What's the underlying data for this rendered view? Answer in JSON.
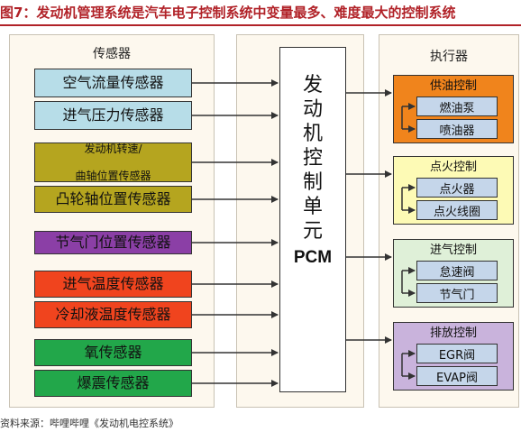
{
  "title": "图7：发动机管理系统是汽车电子控制系统中变量最多、难度最大的控制系统",
  "source": "资料来源：哔哩哔哩《发动机电控系统》",
  "sensors_panel": {
    "title": "传感器",
    "items": [
      {
        "label": "空气流量传感器",
        "color": "#b7dde8"
      },
      {
        "label": "进气压力传感器",
        "color": "#b7dde8"
      },
      {
        "label": "发动机转速/\n曲轴位置传感器",
        "color": "#b5a51f"
      },
      {
        "label": "凸轮轴位置传感器",
        "color": "#b5a51f"
      },
      {
        "label": "节气门位置传感器",
        "color": "#8b3fa6"
      },
      {
        "label": "进气温度传感器",
        "color": "#f0441e"
      },
      {
        "label": "冷却液温度传感器",
        "color": "#f0441e"
      },
      {
        "label": "氧传感器",
        "color": "#22a74a"
      },
      {
        "label": "爆震传感器",
        "color": "#22a74a"
      }
    ]
  },
  "pcm": {
    "chars": [
      "发",
      "动",
      "机",
      "控",
      "制",
      "单",
      "元"
    ],
    "abbr": "PCM"
  },
  "actuators_panel": {
    "title": "执行器",
    "groups": [
      {
        "label": "供油控制",
        "color": "#f0841c",
        "items": [
          "燃油泵",
          "喷油器"
        ]
      },
      {
        "label": "点火控制",
        "color": "#fdfab5",
        "items": [
          "点火器",
          "点火线圈"
        ]
      },
      {
        "label": "进气控制",
        "color": "#dff0d8",
        "items": [
          "怠速阀",
          "节气门"
        ]
      },
      {
        "label": "排放控制",
        "color": "#c9b3dc",
        "items": [
          "EGR阀",
          "EVAP阀"
        ]
      }
    ]
  }
}
